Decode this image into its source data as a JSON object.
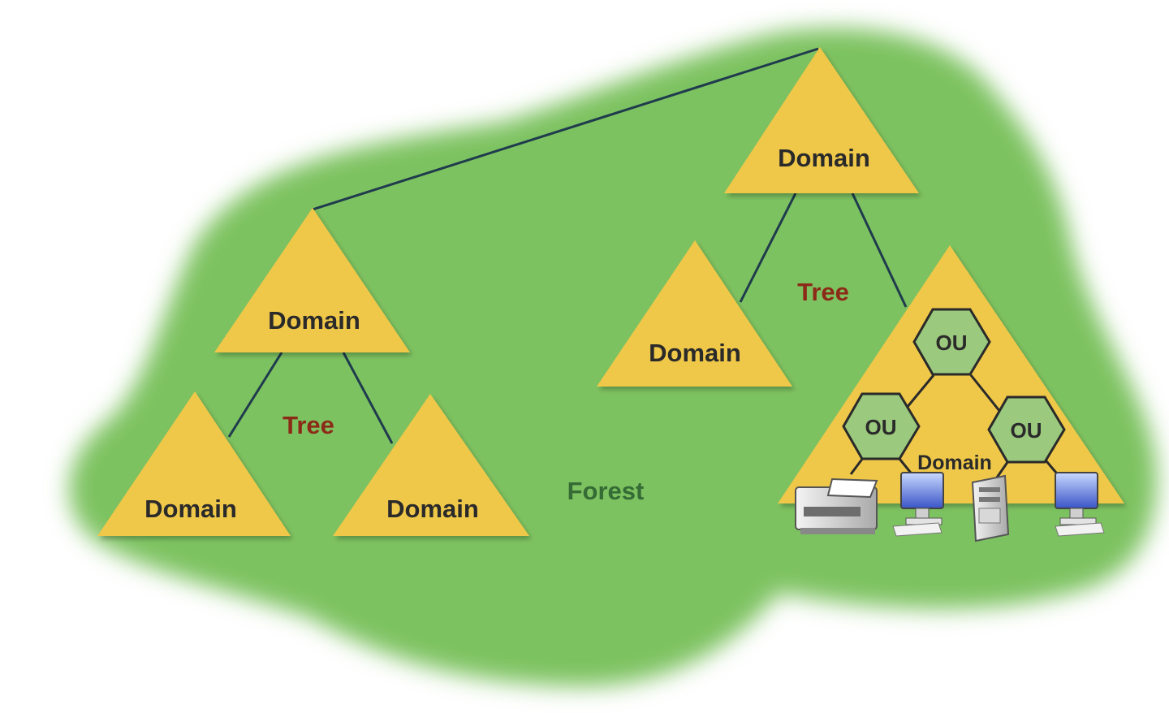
{
  "diagram": {
    "forest_label": "Forest",
    "tree_left_label": "Tree",
    "tree_right_label": "Tree",
    "domain_label": "Domain",
    "ou_label": "OU",
    "colors": {
      "forest_fill": "#7dc261",
      "domain_fill": "#f0c84a",
      "ou_fill": "#9bc97d",
      "tree_text": "#8c2a18",
      "forest_text": "#356b35",
      "connector": "#1f3b4d"
    },
    "icons": [
      "printer-icon",
      "monitor-icon",
      "server-tower-icon",
      "monitor-icon"
    ]
  }
}
